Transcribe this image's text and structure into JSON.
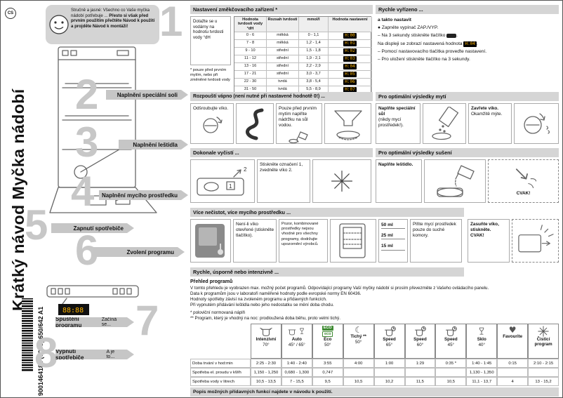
{
  "page": {
    "lang_badge": "CS",
    "title": "Krátký návod Myčka nádobí",
    "doc_number": "9001464184 (0003) 650/642 A1",
    "footer": "Popis možných přídavných funkcí najdete v návodu k použití."
  },
  "intro": {
    "text_plain": "Stručně a jasné: Všechno co Vaše myčka nádobí potřebuje ...",
    "text_bold": "Přesto si však před prvním použitím přečtěte Návod k použití a projděte Návod k montáži!"
  },
  "steps": {
    "s1": {
      "num": "1"
    },
    "s2": {
      "num": "2",
      "label": "Naplnění speciální soli"
    },
    "s3": {
      "num": "3",
      "label": "Naplnění leštidla"
    },
    "s4": {
      "num": "4",
      "label": "Naplnění mycího prostředku"
    },
    "s5": {
      "num": "5",
      "label": "Zapnutí spotřebiče"
    },
    "s6": {
      "num": "6",
      "label": "Zvolení programu"
    },
    "s7": {
      "num": "7",
      "label": "Spuštění programu",
      "sub": "Začíná se..."
    },
    "s8": {
      "num": "8",
      "label": "Vypnutí spotřebiče",
      "sub": "A je to..."
    }
  },
  "softener": {
    "title": "Nastavení změkčovacího zařízení *",
    "note": "Dotažte se u vodárny na hodnotu tvrdosti vody °dH",
    "footnote": "* pouze před prvním mytím, nebo při změněné tvrdosti vody",
    "headers": {
      "dh": "Hodnota tvrdosti vody °dH",
      "range": "Rozsah tvrdosti",
      "mmol": "mmol/l",
      "set": "Hodnota nastavení"
    },
    "rows": [
      {
        "dh": "0 - 6",
        "range": "měkká",
        "mmol": "0 - 1,1",
        "set": "H:00"
      },
      {
        "dh": "7 - 8",
        "range": "měkká",
        "mmol": "1,2 - 1,4",
        "set": "H:01"
      },
      {
        "dh": "9 - 10",
        "range": "střední",
        "mmol": "1,5 - 1,8",
        "set": "H:02"
      },
      {
        "dh": "11 - 12",
        "range": "střední",
        "mmol": "1,9 - 2,1",
        "set": "H:03"
      },
      {
        "dh": "13 - 16",
        "range": "střední",
        "mmol": "2,2 - 2,9",
        "set": "H:04"
      },
      {
        "dh": "17 - 21",
        "range": "střední",
        "mmol": "3,0 - 3,7",
        "set": "H:05"
      },
      {
        "dh": "22 - 30",
        "range": "tvrdá",
        "mmol": "3,8 - 5,4",
        "set": "H:06"
      },
      {
        "dh": "31 - 50",
        "range": "tvrdá",
        "mmol": "5,5 - 8,9",
        "set": "H:07"
      }
    ]
  },
  "quick": {
    "title": "Rychle vyřízeno ...",
    "subtitle": "a takto nastavit",
    "line1": "● Zapněte vypínač ZAP./VYP.",
    "line2": "– Na 3 sekundy stiskněte tlačítko",
    "line3": "Na displeji se zobrazí nastavená hodnota",
    "line3_badge": "H:04",
    "line4": "– Pomocí nastavovacího tlačítka proveďte nastavení.",
    "line5": "– Pro uložení stiskněte tlačítko na 3 sekundy."
  },
  "salt": {
    "title": "Rozpouští vápno (není nutné při nastavené hodnotě 0!) ...",
    "title_right": "Pro optimální výsledky mytí",
    "unscrew": "Odšroubujte víko.",
    "first_use": "Pouze před prvním mytím naplňte nádržku na sůl vodou.",
    "fill_bold": "Naplňte speciální sůl",
    "fill_rest": "(nikdy mycí prostředek!).",
    "close_bold": "Zavřete víko.",
    "close_rest": "Okamžitě mýte."
  },
  "rinse": {
    "title": "Dokonale vyčistí ...",
    "title_right": "Pro optimální výsledky sušení",
    "open": "Stiskněte označení 1, zvedněte víko 2.",
    "fill": "Naplňte leštidlo.",
    "click": "CVAK!"
  },
  "detergent": {
    "title": "Více nečistot, více mycího prostředku ...",
    "not_open": "Není-li víko otevřené (stiskněte tlačítko).",
    "warning": "Pozor, kombinované prostředky nejsou vhodné pro všechny programy, dodržujte upozornění výrobců.",
    "amounts": [
      "50 ml",
      "25 ml",
      "15 ml"
    ],
    "dry": "Plňte mycí prostředek pouze do suché komory.",
    "close_bold": "Zasuňte víko, stiskněte.",
    "click": "CVAK!"
  },
  "programs": {
    "banner": "Rychle, úsporně nebo intenzivně ...",
    "overview_title": "Přehled programů",
    "p1": "V tomto přehledu je vyobrazen max. možný počet programů. Odpovídající programy Vaší myčky nádobí si prosím převezměte z Vašeho ovládacího panelu.",
    "p2": "Data k programům jsou v laboratoři naměřené hodnoty podle evropské normy EN 60436.",
    "p3": "Hodnoty spotřeby závisí na zvoleném programu a přídavných funkcích.",
    "p4": "Při vypnutém přidávání leštidla nebo jeho nedostatku se mění doba chodu.",
    "fn1": "* poloviční normovaná náplň",
    "fn2": "** Program, který je vhodný na noc: prodloužená doba běhu, proto velmi tichý."
  },
  "table": {
    "row1_label": "Doba trvání v hod:min",
    "row2_label": "Spotřeba el. proudu v kWh",
    "row3_label": "Spotřeba vody v litrech",
    "eco_top": "ECO",
    "eco_bottom": "eco",
    "cols": [
      {
        "name": "Intenzivní",
        "temp": "70°",
        "duration": "2:25 - 2:30",
        "kwh": "1,150 - 1,250",
        "water": "10,5 - 13,5"
      },
      {
        "name": "Auto",
        "temp": "45° / 65°",
        "duration": "1:40 - 2:40",
        "kwh": "0,680 - 1,300",
        "water": "7 - 15,5"
      },
      {
        "name": "Eco",
        "temp": "50°",
        "duration": "3:55",
        "kwh": "0,747",
        "water": "9,5"
      },
      {
        "name": "Tichý **",
        "temp": "50°",
        "duration": "4:00",
        "kwh": "",
        "water": "10,5"
      },
      {
        "name": "Speed",
        "temp": "65°",
        "duration": "1:00",
        "kwh": "",
        "water": "10,2"
      },
      {
        "name": "Speed",
        "temp": "60°",
        "duration": "1:29",
        "kwh": "",
        "water": "11,5"
      },
      {
        "name": "Speed",
        "temp": "45°",
        "duration": "0:35 *",
        "kwh": "",
        "water": "10,5"
      },
      {
        "name": "Sklo",
        "temp": "40°",
        "duration": "1:40 - 1:45",
        "kwh": "1,130 - 1,350",
        "water": "11,1 - 13,7"
      },
      {
        "name": "Favourite",
        "temp": "",
        "duration": "0:15",
        "kwh": "",
        "water": "4"
      },
      {
        "name": "Čisticí program",
        "temp": "",
        "duration": "2:10 - 2:15",
        "kwh": "",
        "water": "13 - 15,2"
      }
    ]
  }
}
